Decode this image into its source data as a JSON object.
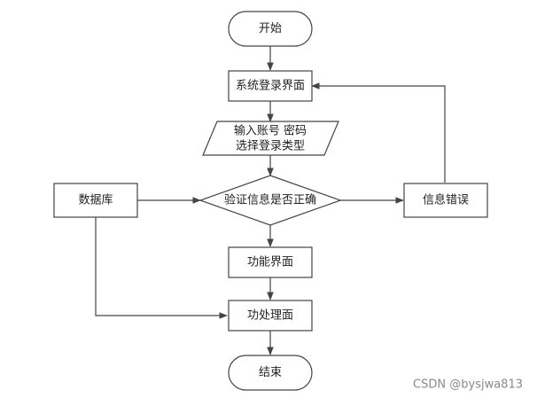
{
  "diagram": {
    "start": "开始",
    "login_screen": "系统登录界面",
    "input_line1": "输入账号 密码",
    "input_line2": "选择登录类型",
    "verify": "验证信息是否正确",
    "database": "数据库",
    "error": "信息错误",
    "function_screen": "功能界面",
    "processing": "功处理面",
    "end": "结束"
  },
  "watermark": "CSDN @bysjwa813",
  "colors": {
    "stroke": "#444444",
    "fill": "#ffffff",
    "text": "#222222"
  }
}
